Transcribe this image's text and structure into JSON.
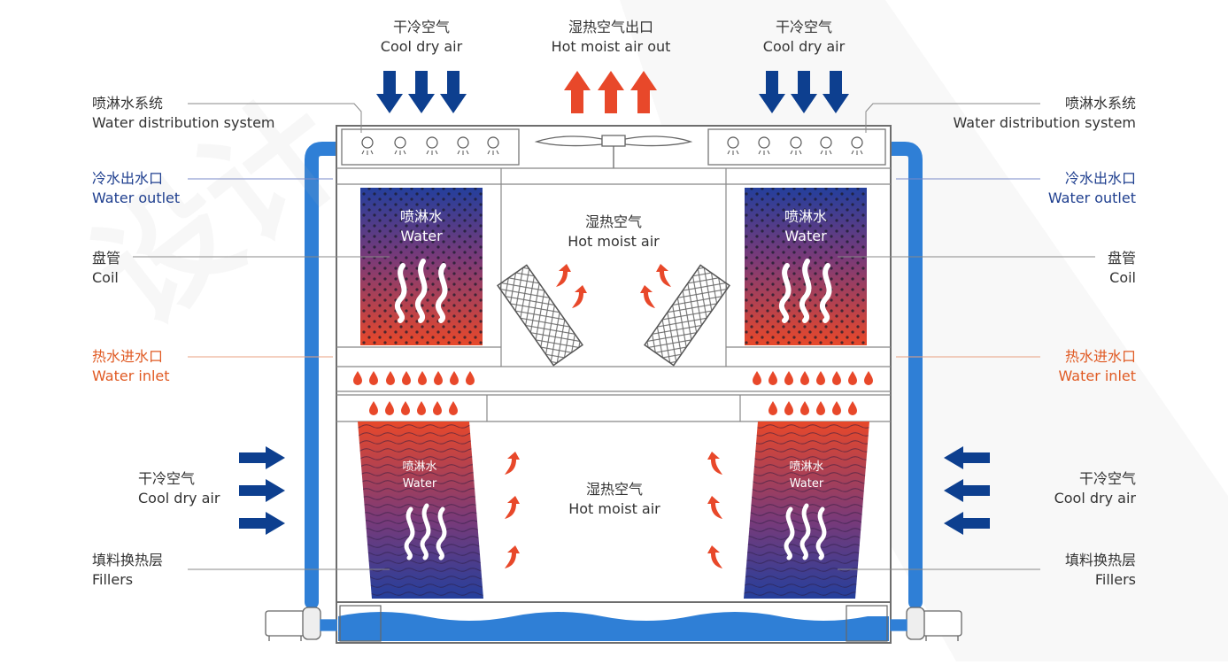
{
  "labels": {
    "top_left_air_cn": "干冷空气",
    "top_left_air_en": "Cool dry air",
    "top_out_cn": "湿热空气出口",
    "top_out_en": "Hot moist air out",
    "top_right_air_cn": "干冷空气",
    "top_right_air_en": "Cool dry air",
    "spray_cn": "喷淋水系统",
    "spray_en": "Water distribution system",
    "outlet_cn": "冷水出水口",
    "outlet_en": "Water outlet",
    "coil_cn": "盘管",
    "coil_en": "Coil",
    "inlet_cn": "热水进水口",
    "inlet_en": "Water inlet",
    "side_air_cn": "干冷空气",
    "side_air_en": "Cool dry air",
    "fillers_cn": "填料换热层",
    "fillers_en": "Fillers",
    "water_cn": "喷淋水",
    "water_en": "Water",
    "hot_air_cn": "湿热空气",
    "hot_air_en": "Hot moist air"
  },
  "colors": {
    "blue_pipe": "#2f7fd6",
    "dark_blue": "#0d3f8f",
    "orange": "#e8482a",
    "label_blue": "#1f3f8f",
    "label_orange": "#e05a23"
  }
}
